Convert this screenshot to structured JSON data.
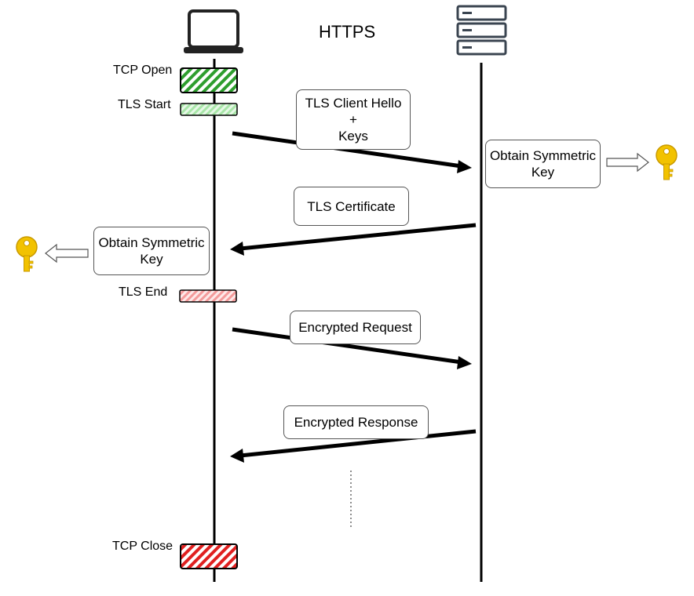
{
  "title": "HTTPS",
  "phases": {
    "tcp_open": "TCP Open",
    "tls_start": "TLS Start",
    "tls_end": "TLS End",
    "tcp_close": "TCP Close"
  },
  "messages": {
    "client_hello": [
      "TLS Client Hello",
      "+",
      "Keys"
    ],
    "certificate": "TLS Certificate",
    "request": "Encrypted Request",
    "response": "Encrypted Response"
  },
  "server_note": [
    "Obtain Symmetric",
    "Key"
  ],
  "client_note": [
    "Obtain Symmetric",
    "Key"
  ],
  "colors": {
    "tcp_open": "#2e9e2e",
    "tls_start": "#9fe09f",
    "tls_end": "#f08080",
    "tcp_close": "#e02020",
    "key": "#f2c200",
    "line": "#000000"
  },
  "icons": {
    "client": "laptop-icon",
    "server": "server-icon",
    "key": "key-icon"
  }
}
